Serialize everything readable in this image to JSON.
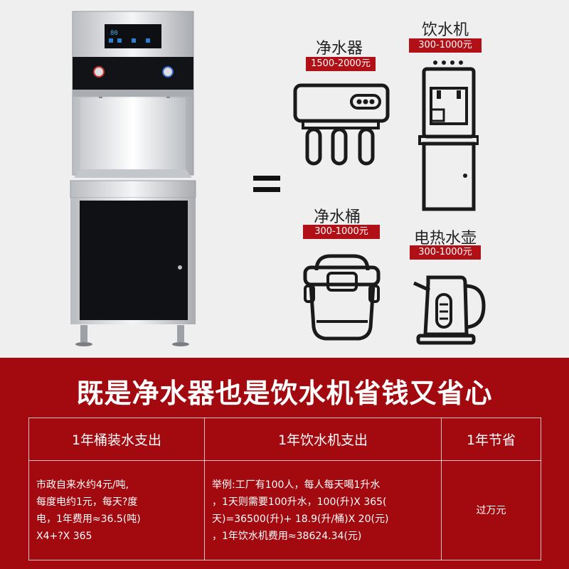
{
  "headline": "既是净水器也是饮水机省钱又省心",
  "products": [
    {
      "name": "净水器",
      "price": "1500-2000元",
      "icon": "water-purifier-icon"
    },
    {
      "name": "饮水机",
      "price": "300-1000元",
      "icon": "water-dispenser-icon"
    },
    {
      "name": "净水桶",
      "price": "300-1000元",
      "icon": "water-bucket-icon"
    },
    {
      "name": "电热水壶",
      "price": "300-1000元",
      "icon": "electric-kettle-icon"
    }
  ],
  "table": {
    "headers": [
      "1年桶装水支出",
      "1年饮水机支出",
      "1年节省"
    ],
    "col1_lines": [
      "市政自来水约4元/吨,",
      "每度电约1元，每天?度",
      "电，1年费用≈36.5(吨)",
      "X4+?X 365"
    ],
    "col2_lines": [
      "举例:工厂有100人，每人每天喝1升水",
      "，1天则需要100升水，100(升)X 365(",
      "天)=36500(升)+ 18.9(升/桶)X 20(元)",
      "，1年饮水机费用≈38624.34(元)"
    ],
    "col3": "过万元"
  },
  "colors": {
    "brand_red": "#a20a0f",
    "tag_red": "#b01016",
    "background": "#efefef"
  }
}
